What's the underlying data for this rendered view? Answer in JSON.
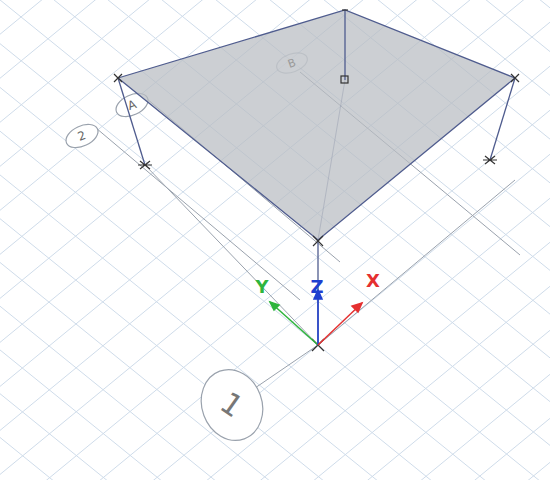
{
  "diagram": {
    "labels": [
      "2",
      "A",
      "B",
      "1",
      "Y",
      "Z",
      "X"
    ]
  }
}
